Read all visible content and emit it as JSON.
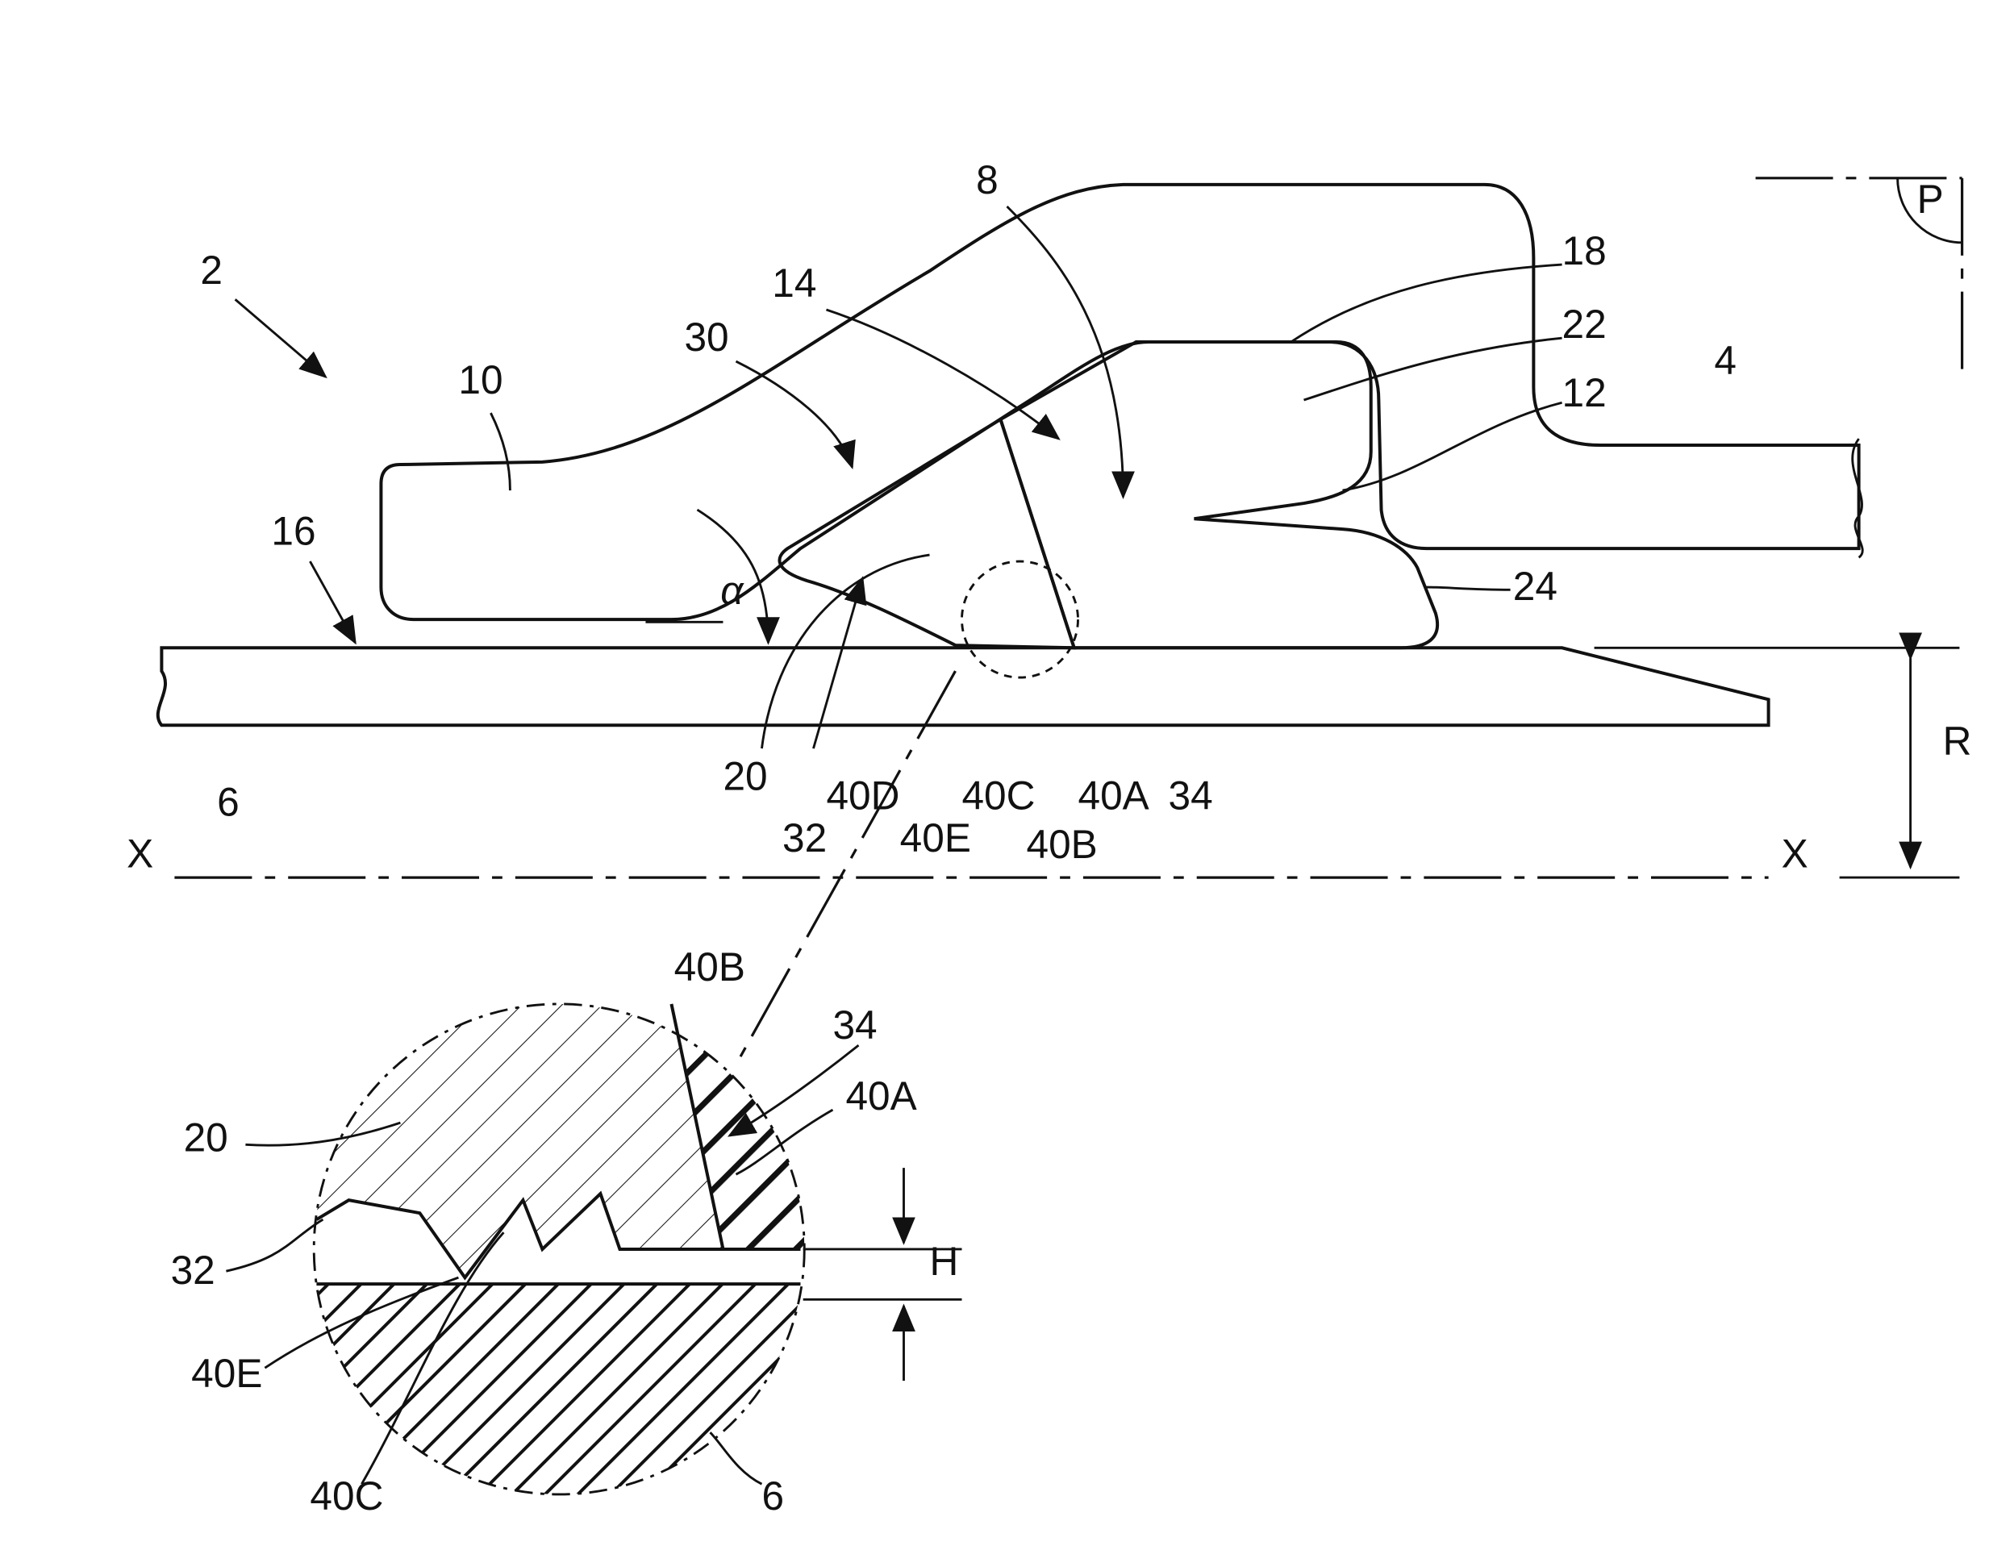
{
  "figure": {
    "assembly_label": "2",
    "labels": {
      "l8": "8",
      "l14": "14",
      "l30": "30",
      "l10": "10",
      "l18": "18",
      "l22": "22",
      "l12": "12",
      "l4": "4",
      "lP": "P",
      "l16": "16",
      "lalpha": "α",
      "l24": "24",
      "l6": "6",
      "l20": "20",
      "l32": "32",
      "l40D": "40D",
      "l40E": "40E",
      "l40C": "40C",
      "l40B": "40B",
      "l40A": "40A",
      "l34": "34",
      "lR": "R",
      "lXleft": "X",
      "lXright": "X"
    },
    "detail": {
      "l40B": "40B",
      "l34": "34",
      "l40A": "40A",
      "l20": "20",
      "l32": "32",
      "lH": "H",
      "l40E": "40E",
      "l40C": "40C",
      "l6": "6"
    }
  }
}
